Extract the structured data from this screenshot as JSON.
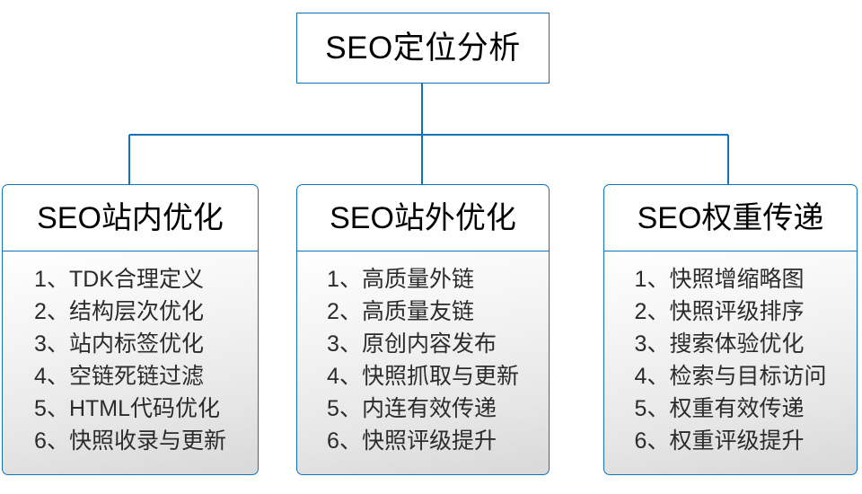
{
  "diagram": {
    "type": "tree-org-chart",
    "accent_color": "#1072ba",
    "text_color": "#000000",
    "item_text_color": "#2b2b2b",
    "body_gradient_from": "#ffffff",
    "body_gradient_to": "#d9d9d9",
    "root": {
      "label": "SEO定位分析"
    },
    "branches": [
      {
        "header": "SEO站内优化",
        "items": [
          "1、TDK合理定义",
          "2、结构层次优化",
          "3、站内标签优化",
          "4、空链死链过滤",
          "5、HTML代码优化",
          "6、快照收录与更新"
        ]
      },
      {
        "header": "SEO站外优化",
        "items": [
          "1、高质量外链",
          "2、高质量友链",
          "3、原创内容发布",
          "4、快照抓取与更新",
          "5、内连有效传递",
          "6、快照评级提升"
        ]
      },
      {
        "header": "SEO权重传递",
        "items": [
          "1、快照增缩略图",
          "2、快照评级排序",
          "3、搜索体验优化",
          "4、检索与目标访问",
          "5、权重有效传递",
          "6、权重评级提升"
        ]
      }
    ]
  }
}
